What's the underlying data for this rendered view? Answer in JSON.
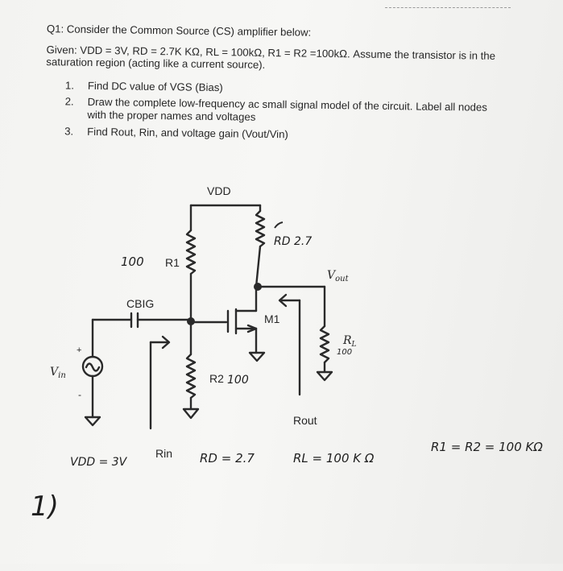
{
  "question": {
    "title": "Q1: Consider the Common Source (CS) amplifier below:",
    "given_line1": "Given: VDD = 3V, RD = 2.7K KΩ, RL = 100kΩ, R1 = R2 =100kΩ. Assume the transistor is in the",
    "given_line2": "saturation region (acting like a current source).",
    "tasks": [
      {
        "num": "1.",
        "text": "Find DC value of VGS (Bias)"
      },
      {
        "num": "2.",
        "text": "Draw the complete low-frequency ac small signal model of the circuit. Label all nodes",
        "text2": "with the proper names and voltages"
      },
      {
        "num": "3.",
        "text": "Find Rout, Rin, and voltage gain (Vout/Vin)"
      }
    ]
  },
  "circuit": {
    "vdd": "VDD",
    "r1": "R1",
    "r2": "R2",
    "cbig": "CBIG",
    "m1": "M1",
    "rl_r": "R",
    "rl_sub": "L",
    "vout_v": "V",
    "vout_sub": "out",
    "vin_v": "V",
    "vin_sub": "in",
    "plus": "+",
    "minus": "-",
    "rout": "Rout",
    "rin": "Rin"
  },
  "handwriting": {
    "r1_value": "100",
    "rd_label": "RD 2.7",
    "r2_value": "100",
    "rl_value": "100",
    "vdd_value": "VDD = 3V",
    "rd_value": "RD = 2.7",
    "rl_note": "RL = 100 K Ω",
    "r1r2_note": "R1 = R2 = 100 KΩ",
    "step": "1)"
  }
}
